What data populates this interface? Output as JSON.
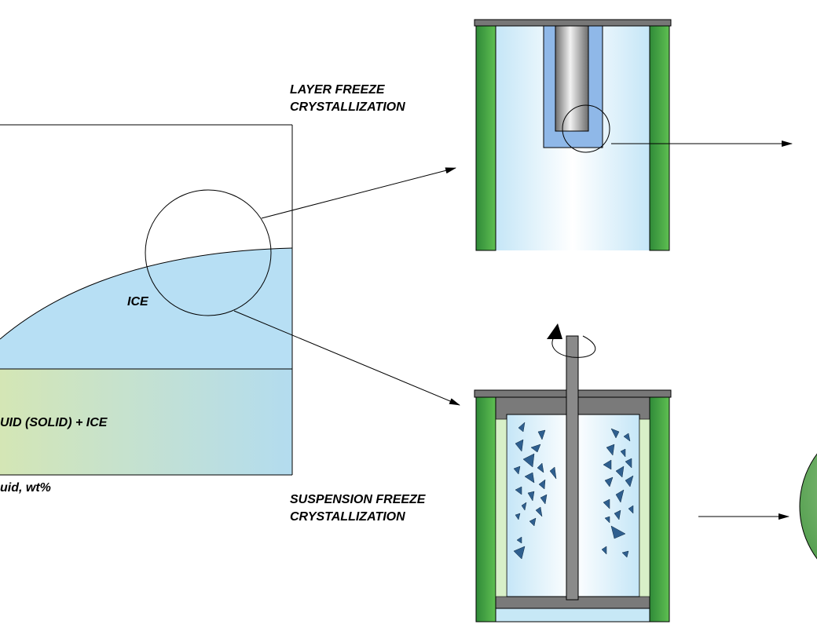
{
  "labels": {
    "layer_line1": "LAYER FREEZE",
    "layer_line2": "CRYSTALLIZATION",
    "suspension_line1": "SUSPENSION FREEZE",
    "suspension_line2": "CRYSTALLIZATION",
    "ice": "ICE",
    "liquid_solid_ice": "UID (SOLID) + ICE",
    "x_axis": "uid, wt%"
  },
  "colors": {
    "ice_blue": "#b7dff4",
    "green": "#4caf44",
    "dark_green": "#2e8b3a",
    "crystal_blue": "#2f5f8f",
    "lid_gray": "#777777"
  }
}
